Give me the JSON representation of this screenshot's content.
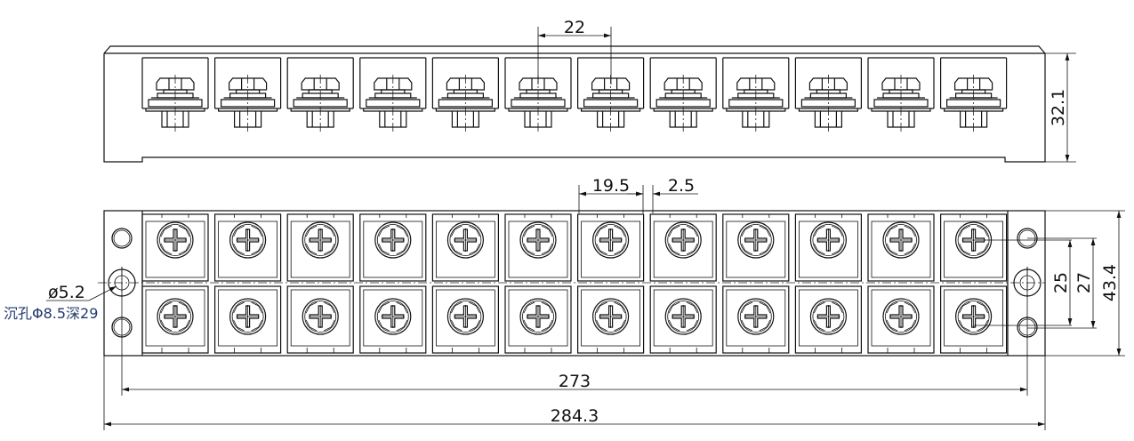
{
  "title": "12-position terminal block drawing",
  "terminal_count": 12,
  "dimensions": {
    "pitch": "22",
    "cell_width": "19.5",
    "gap": "2.5",
    "height_side": "32.1",
    "screw_spacing": "25",
    "hole_spacing": "27",
    "width": "43.4",
    "mount_spacing": "273",
    "overall_length": "284.3"
  },
  "notes": {
    "hole_diameter": "ø5.2",
    "counterbore": "沉孔Φ8.5深29"
  }
}
